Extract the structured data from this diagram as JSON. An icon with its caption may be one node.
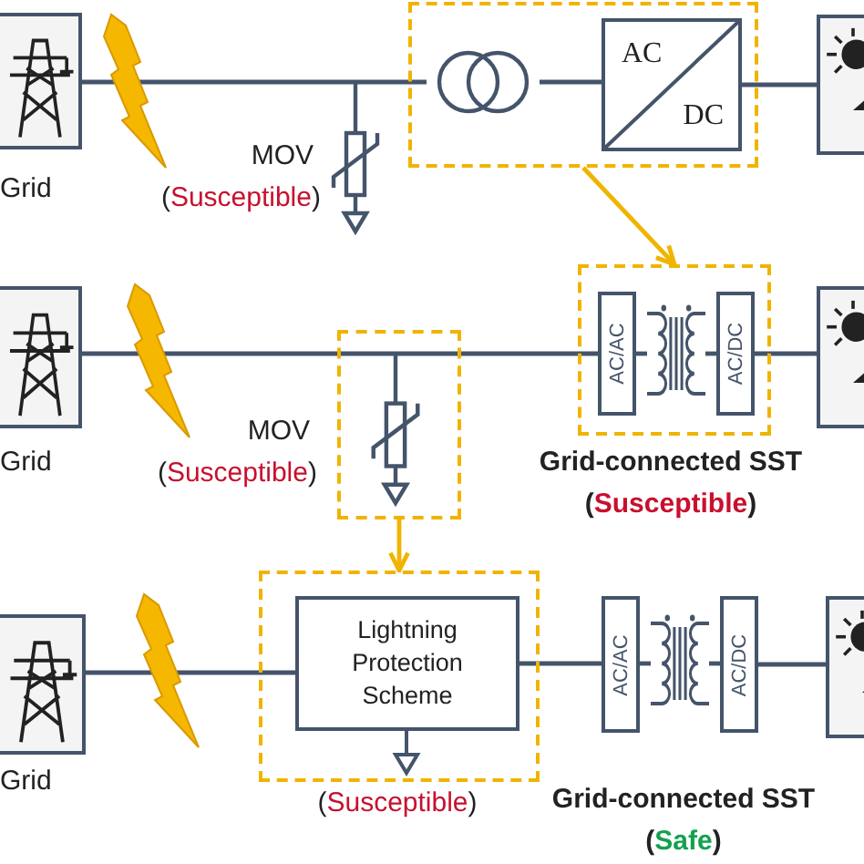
{
  "diagram": {
    "nodes": [
      {
        "text": [],
        "shape": "picture",
        "beside": [
          "Grid"
        ]
      },
      {
        "text": [],
        "shape": "resistor",
        "beside": [
          "MOV",
          "(Susceptible)"
        ]
      },
      {
        "text": [],
        "shape": "box"
      },
      {
        "text": [],
        "shape": "circle",
        "in": 2
      },
      {
        "text": [
          "AC",
          "DC"
        ],
        "in": 2
      },
      {
        "text": [],
        "shape": "picture"
      },
      {
        "text": [],
        "shape": "picture",
        "beside": [
          "Grid"
        ]
      },
      {
        "text": [],
        "shape": "box",
        "beside": [
          "MOV",
          "(Susceptible)"
        ]
      },
      {
        "text": [],
        "shape": "resistor",
        "in": 7
      },
      {
        "text": [],
        "shape": "box",
        "beside": [
          "Grid-connected SST",
          "(Susceptible)"
        ]
      },
      {
        "text": [
          "AC/AC"
        ],
        "in": 9
      },
      {
        "text": [],
        "shape": "coil",
        "in": 9
      },
      {
        "text": [
          "AC/DC"
        ],
        "in": 9
      },
      {
        "text": [],
        "shape": "picture"
      },
      {
        "text": [],
        "shape": "picture",
        "beside": [
          "Grid"
        ]
      },
      {
        "text": [],
        "shape": "box",
        "beside": [
          "(Susceptible)"
        ]
      },
      {
        "text": [
          "Lightning Protection Scheme"
        ],
        "in": 15
      },
      {
        "text": [
          "AC/AC"
        ]
      },
      {
        "text": [],
        "shape": "coil"
      },
      {
        "text": [
          "AC/DC"
        ]
      },
      {
        "text": [],
        "shape": "picture"
      }
    ],
    "edges": [
      {
        "from": 0,
        "to": 3,
        "arrow": "none"
      },
      {
        "from": 3,
        "to": 4,
        "arrow": "none"
      },
      {
        "from": 4,
        "to": 5,
        "arrow": "none"
      },
      {
        "from": 2,
        "to": 9,
        "arrow": "to",
        "color": "#f0b400"
      },
      {
        "from": 6,
        "to": 10,
        "arrow": "none"
      },
      {
        "from": 10,
        "to": 11,
        "arrow": "none"
      },
      {
        "from": 11,
        "to": 12,
        "arrow": "none"
      },
      {
        "from": 12,
        "to": 13,
        "arrow": "none"
      },
      {
        "from": 7,
        "to": 15,
        "arrow": "to",
        "color": "#f0b400"
      },
      {
        "from": 14,
        "to": 16,
        "arrow": "none"
      },
      {
        "from": 16,
        "to": 17,
        "arrow": "none"
      },
      {
        "from": 17,
        "to": 18,
        "arrow": "none"
      },
      {
        "from": 18,
        "to": 19,
        "arrow": "none"
      },
      {
        "from": 19,
        "to": 20,
        "arrow": "none"
      }
    ],
    "labels": [
      "Grid-connected SST",
      "(Safe)"
    ]
  }
}
